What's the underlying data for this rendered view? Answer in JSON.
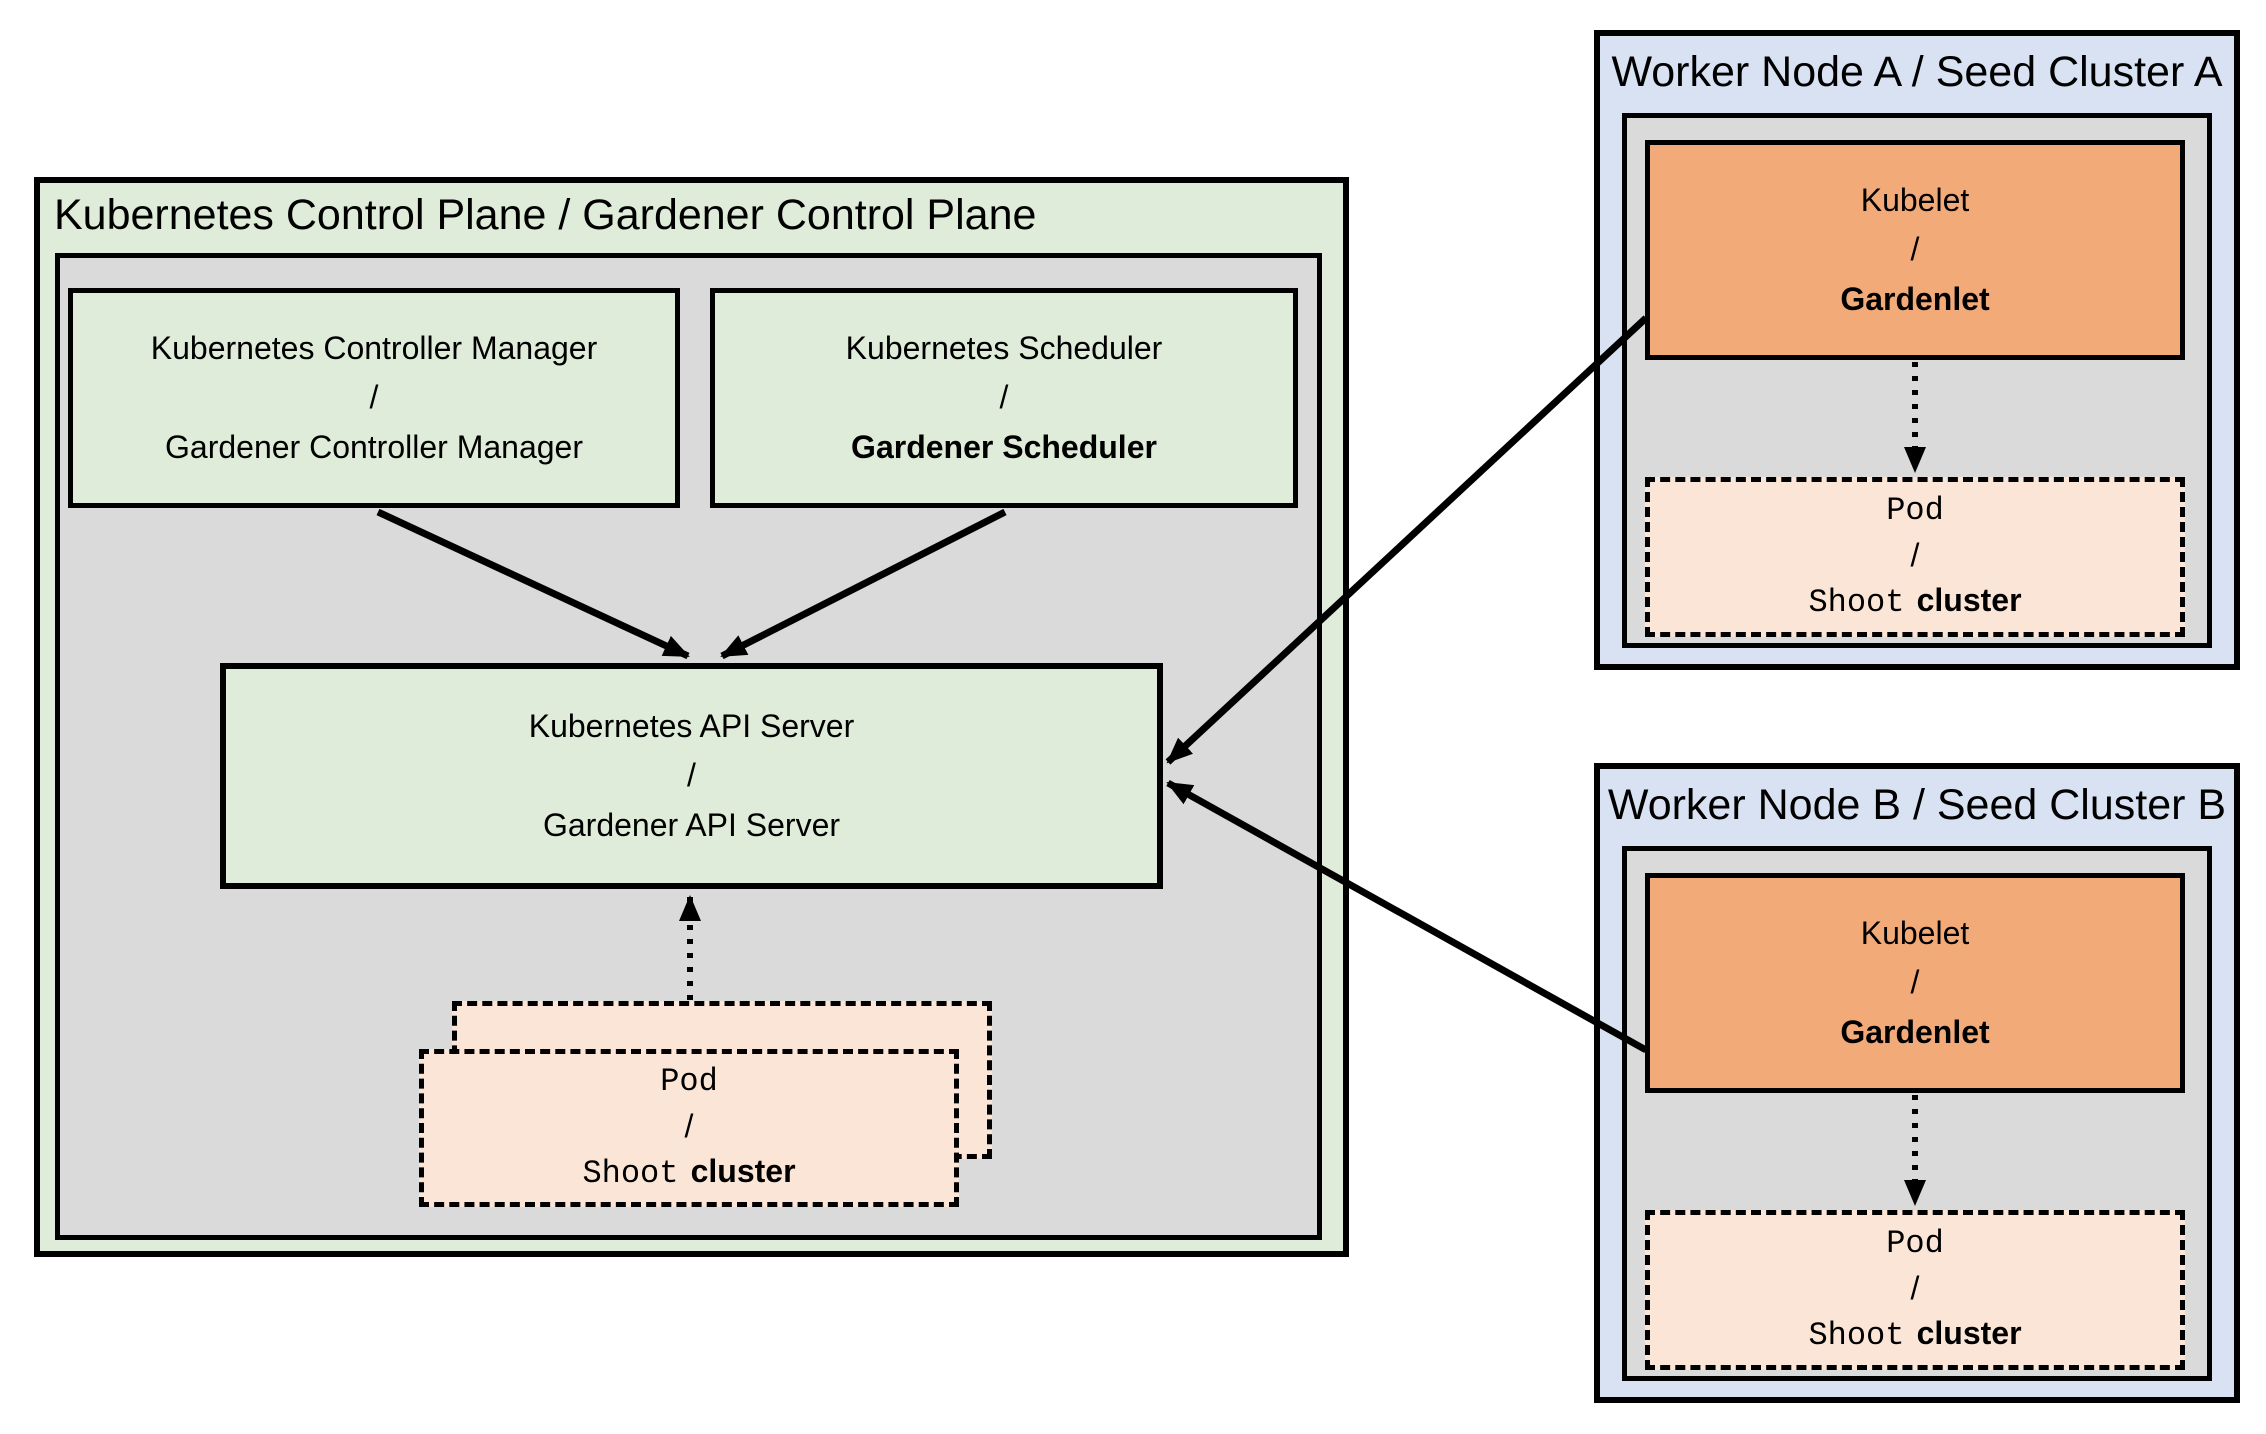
{
  "colors": {
    "background": "#ffffff",
    "green": "#dfecd9",
    "gray": "#dadada",
    "blue": "#d9e2f3",
    "orange": "#f2aa79",
    "peach": "#fbe5d6",
    "border": "#000000"
  },
  "control_plane": {
    "title": "Kubernetes Control Plane / Gardener Control Plane",
    "controller_manager": {
      "line1": "Kubernetes Controller Manager",
      "sep": "/",
      "line2": "Gardener Controller Manager"
    },
    "scheduler": {
      "line1": "Kubernetes Scheduler",
      "sep": "/",
      "line2": "Gardener Scheduler"
    },
    "api_server": {
      "line1": "Kubernetes API Server",
      "sep": "/",
      "line2": "Gardener API Server"
    },
    "pod": {
      "line1": "Pod",
      "sep": "/",
      "line2_mono": "Shoot",
      "line2_sans": "cluster"
    }
  },
  "workers": [
    {
      "title": "Worker Node A / Seed Cluster A",
      "kubelet": {
        "line1": "Kubelet",
        "sep": "/",
        "line2": "Gardenlet"
      },
      "pod": {
        "line1": "Pod",
        "sep": "/",
        "line2_mono": "Shoot",
        "line2_sans": "cluster"
      }
    },
    {
      "title": "Worker Node B / Seed Cluster B",
      "kubelet": {
        "line1": "Kubelet",
        "sep": "/",
        "line2": "Gardenlet"
      },
      "pod": {
        "line1": "Pod",
        "sep": "/",
        "line2_mono": "Shoot",
        "line2_sans": "cluster"
      }
    }
  ]
}
